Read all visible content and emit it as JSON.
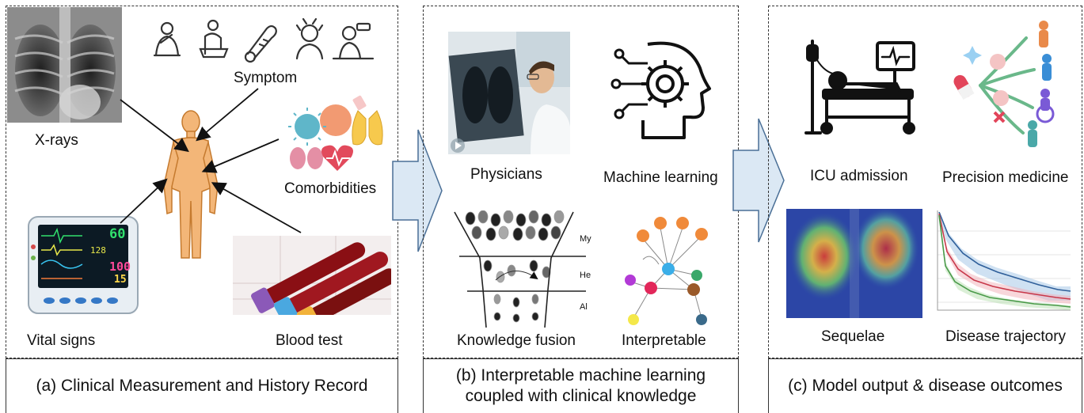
{
  "panel_a": {
    "caption": "(a) Clinical Measurement and History Record",
    "labels": {
      "xrays": "X-rays",
      "symptom": "Symptom",
      "comorbidities": "Comorbidities",
      "vital_signs": "Vital signs",
      "blood_test": "Blood test"
    },
    "monitor_values": [
      "60",
      "128",
      "100",
      "15"
    ]
  },
  "panel_b": {
    "caption_line1": "(b) Interpretable machine learning",
    "caption_line2": "coupled with clinical knowledge",
    "labels": {
      "physicians": "Physicians",
      "machine_learning": "Machine learning",
      "knowledge_fusion": "Knowledge fusion",
      "interpretable": "Interpretable"
    },
    "fusion_side_text": [
      "My",
      "He",
      "Al"
    ]
  },
  "panel_c": {
    "caption": "(c) Model output & disease outcomes",
    "labels": {
      "icu": "ICU admission",
      "precision": "Precision medicine",
      "sequelae": "Sequelae",
      "trajectory": "Disease trajectory"
    }
  },
  "colors": {
    "arrow_fill": "#dbe8f4",
    "arrow_stroke": "#4a6f96",
    "skin": "#f3b678",
    "skin_stroke": "#c57a2e"
  }
}
